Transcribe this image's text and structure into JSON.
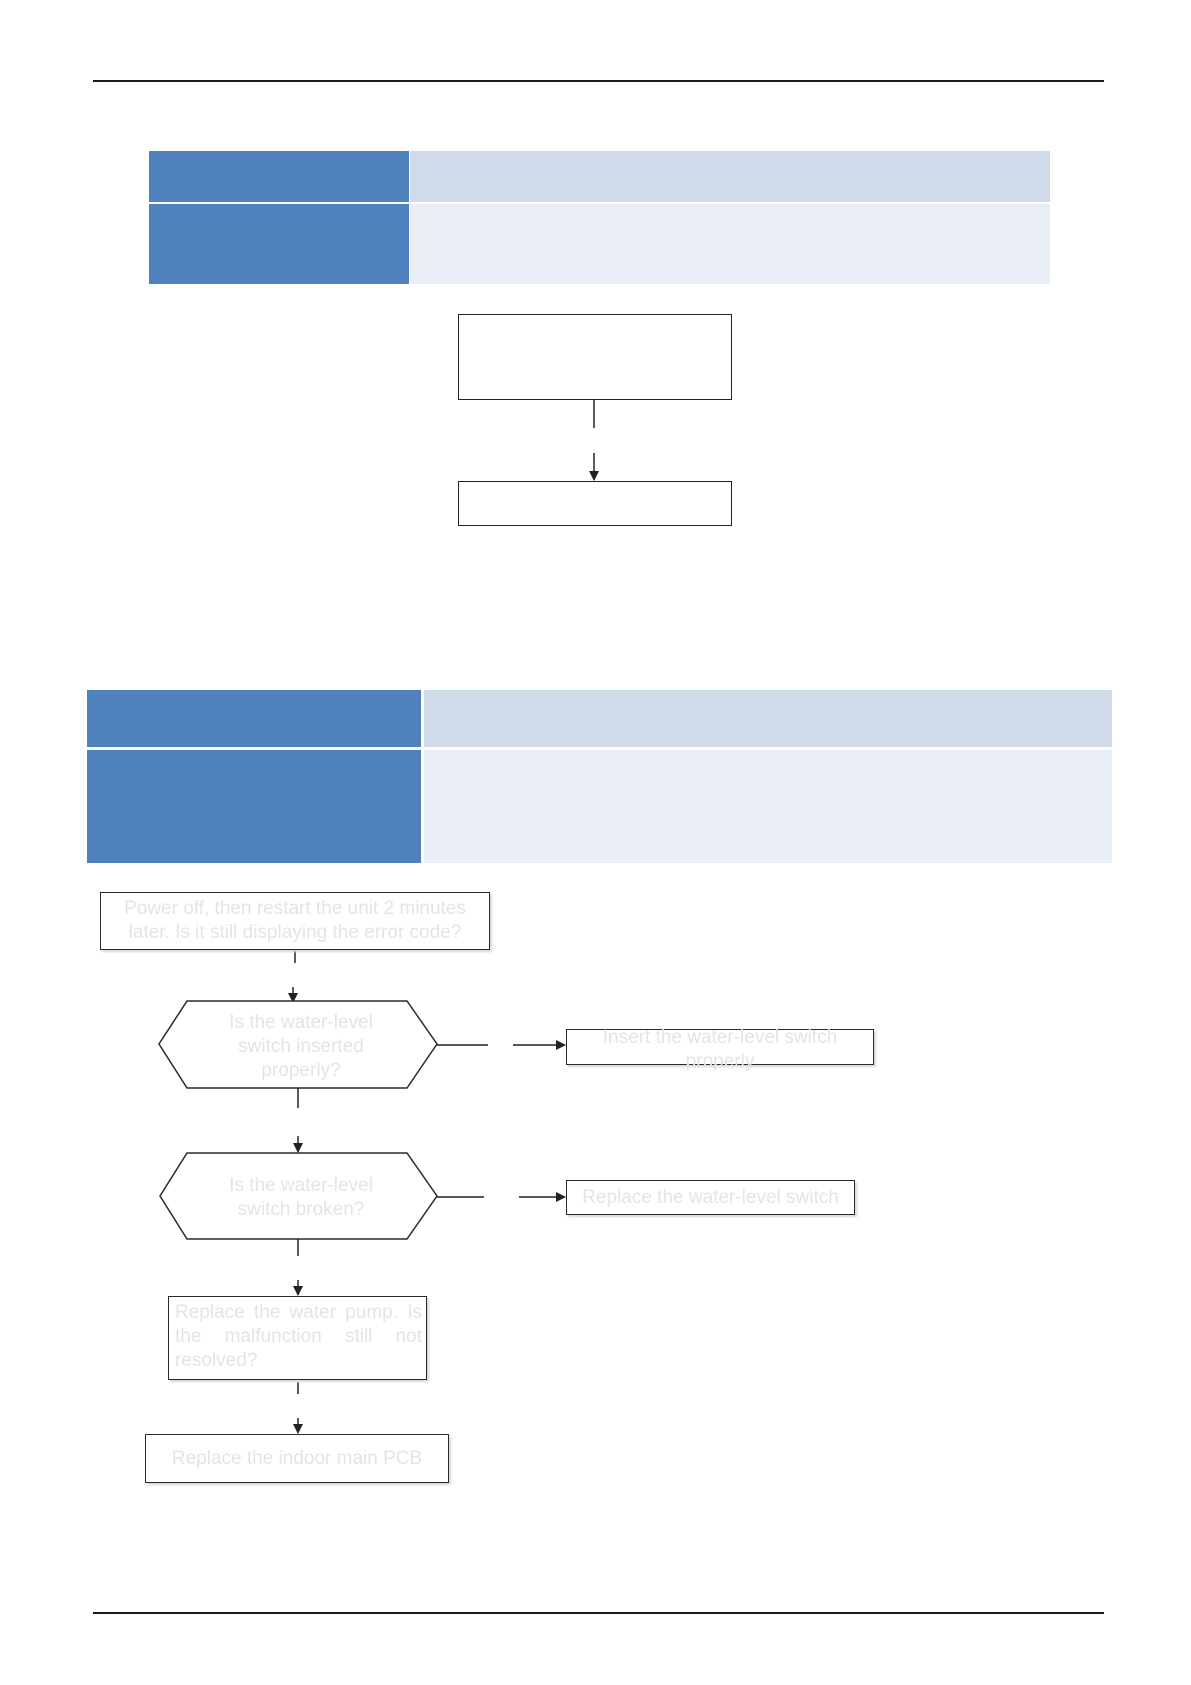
{
  "flow1": {
    "node_a": "",
    "node_b": ""
  },
  "flow2": {
    "start": "Power off, then restart the unit 2 minutes later. Is it still displaying the error code?",
    "decision_1": "Is the water-level switch inserted properly?",
    "action_1": "Insert the water-level switch properly",
    "decision_2": "Is the water-level switch broken?",
    "action_2": "Replace the water-level switch",
    "step_3": "Replace the water pump. Is the malfunction still not resolved?",
    "end": "Replace the indoor main PCB"
  },
  "colors": {
    "header_dark": "#4f81bd",
    "header_light": "#d0dbe9",
    "row_light": "#e9edf5"
  }
}
